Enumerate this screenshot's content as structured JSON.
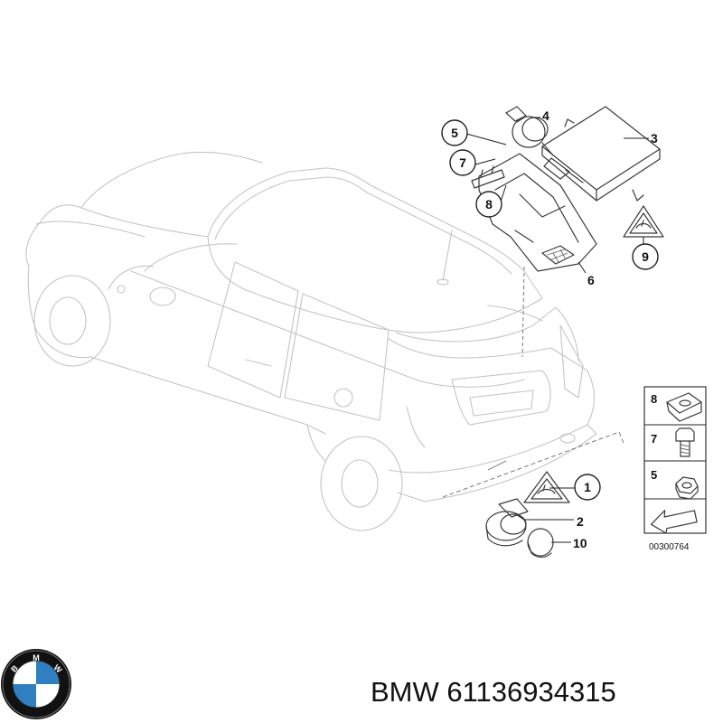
{
  "diagram": {
    "callouts": [
      {
        "id": "c1",
        "label": "1"
      },
      {
        "id": "c2",
        "label": "2"
      },
      {
        "id": "c3",
        "label": "3"
      },
      {
        "id": "c4",
        "label": "4"
      },
      {
        "id": "c5",
        "label": "5"
      },
      {
        "id": "c6",
        "label": "6"
      },
      {
        "id": "c7",
        "label": "7"
      },
      {
        "id": "c8",
        "label": "8"
      },
      {
        "id": "c9",
        "label": "9"
      },
      {
        "id": "c10",
        "label": "10"
      }
    ],
    "legend": {
      "items": [
        {
          "label": "8",
          "icon": "clip-nut-icon"
        },
        {
          "label": "7",
          "icon": "bolt-icon"
        },
        {
          "label": "5",
          "icon": "hex-nut-icon"
        }
      ],
      "arrow_icon": "direction-arrow-icon",
      "drawing_number": "00300764"
    }
  },
  "footer": {
    "brand_logo_letters": "BMW",
    "part_text": "BMW 61136934315"
  },
  "colors": {
    "line": "#3a3a3a",
    "car_outline": "#c4c4c4",
    "logo_blue": "#2f7fc1",
    "logo_ring": "#111111"
  }
}
